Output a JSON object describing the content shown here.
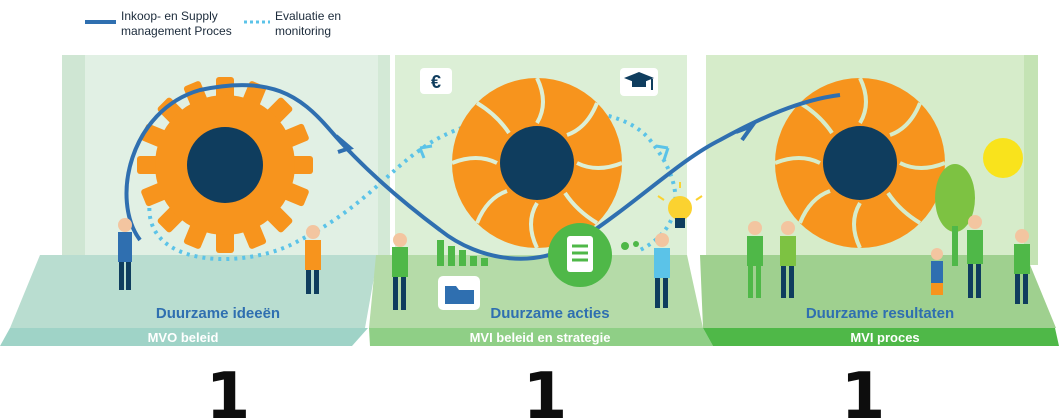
{
  "legend": {
    "process_label_line1": "Inkoop- en Supply",
    "process_label_line2": "management Proces",
    "monitoring_label_line1": "Evaluatie en",
    "monitoring_label_line2": "monitoring",
    "process_color": "#2f6fb0",
    "monitoring_color": "#5bc3e8"
  },
  "panels": [
    {
      "title": "Duurzame ideeën",
      "band": "MVO beleid",
      "number": "1",
      "band_color": "#9fd3c7"
    },
    {
      "title": "Duurzame acties",
      "band": "MVI beleid en strategie",
      "number": "1",
      "band_color": "#8fcf86"
    },
    {
      "title": "Duurzame resultaten",
      "band": "MVI proces",
      "number": "1",
      "band_color": "#4fb848"
    }
  ],
  "icons": {
    "euro": "€",
    "graduation": "graduation-cap-icon",
    "document": "document-icon",
    "folder": "folder-icon",
    "lightbulb": "lightbulb-icon",
    "sun": "sun-icon"
  },
  "colors": {
    "gear_orange": "#f7941d",
    "gear_core": "#0f3d5e",
    "bg_panel": "#e3f1e1"
  }
}
